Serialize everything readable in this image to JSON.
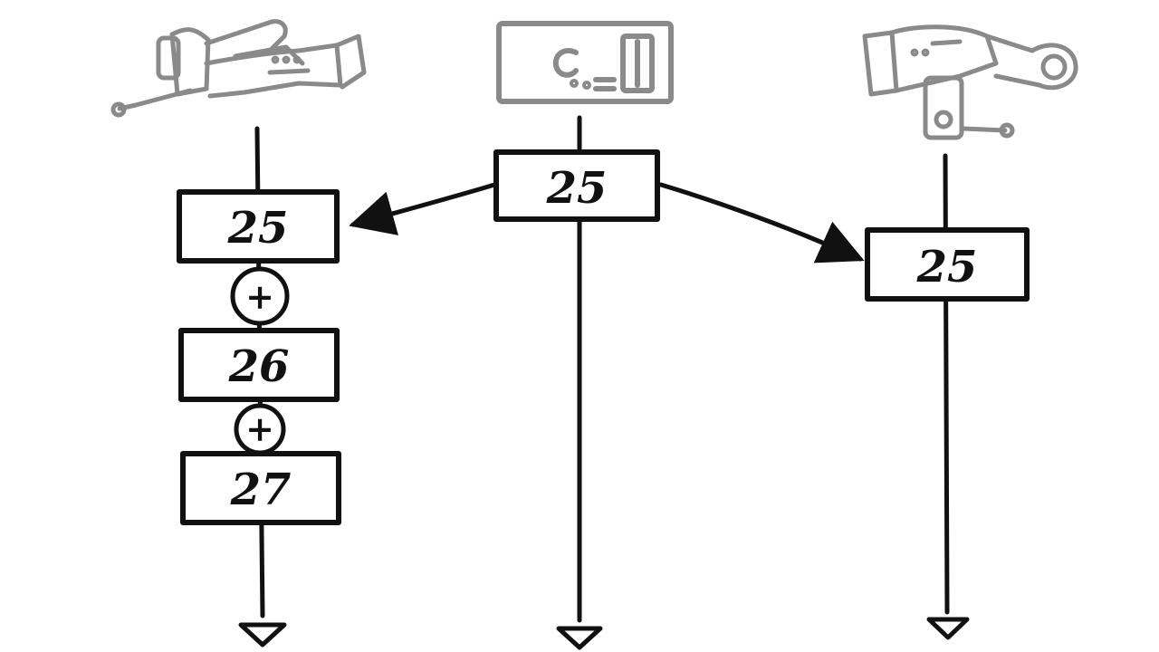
{
  "diagram": {
    "colors": {
      "ink": "#111111",
      "gray": "#8a8a8a",
      "background": "#ffffff"
    },
    "devices": [
      {
        "id": "left",
        "icon": "camera-icon"
      },
      {
        "id": "center",
        "icon": "controller-icon"
      },
      {
        "id": "right",
        "icon": "camcorder-icon"
      }
    ],
    "boxes": {
      "center": "25",
      "right": "25",
      "left": [
        "25",
        "26",
        "27"
      ]
    },
    "operators": [
      "+",
      "+"
    ]
  }
}
